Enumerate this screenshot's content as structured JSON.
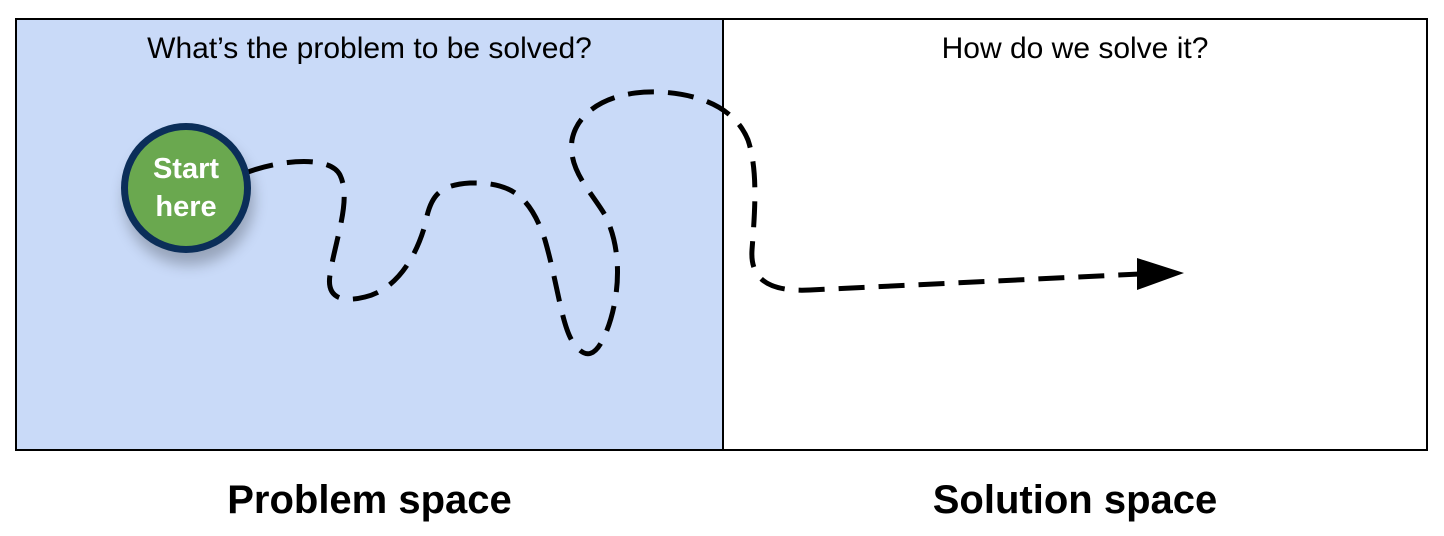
{
  "problem_panel": {
    "question": "What’s the problem to be solved?",
    "label": "Problem space",
    "color": "#c9daf8"
  },
  "solution_panel": {
    "question": "How do we solve it?",
    "label": "Solution space",
    "color": "#ffffff"
  },
  "start_node": {
    "line1": "Start",
    "line2": "here",
    "fill": "#6aa84f",
    "border": "#0b2e59"
  }
}
